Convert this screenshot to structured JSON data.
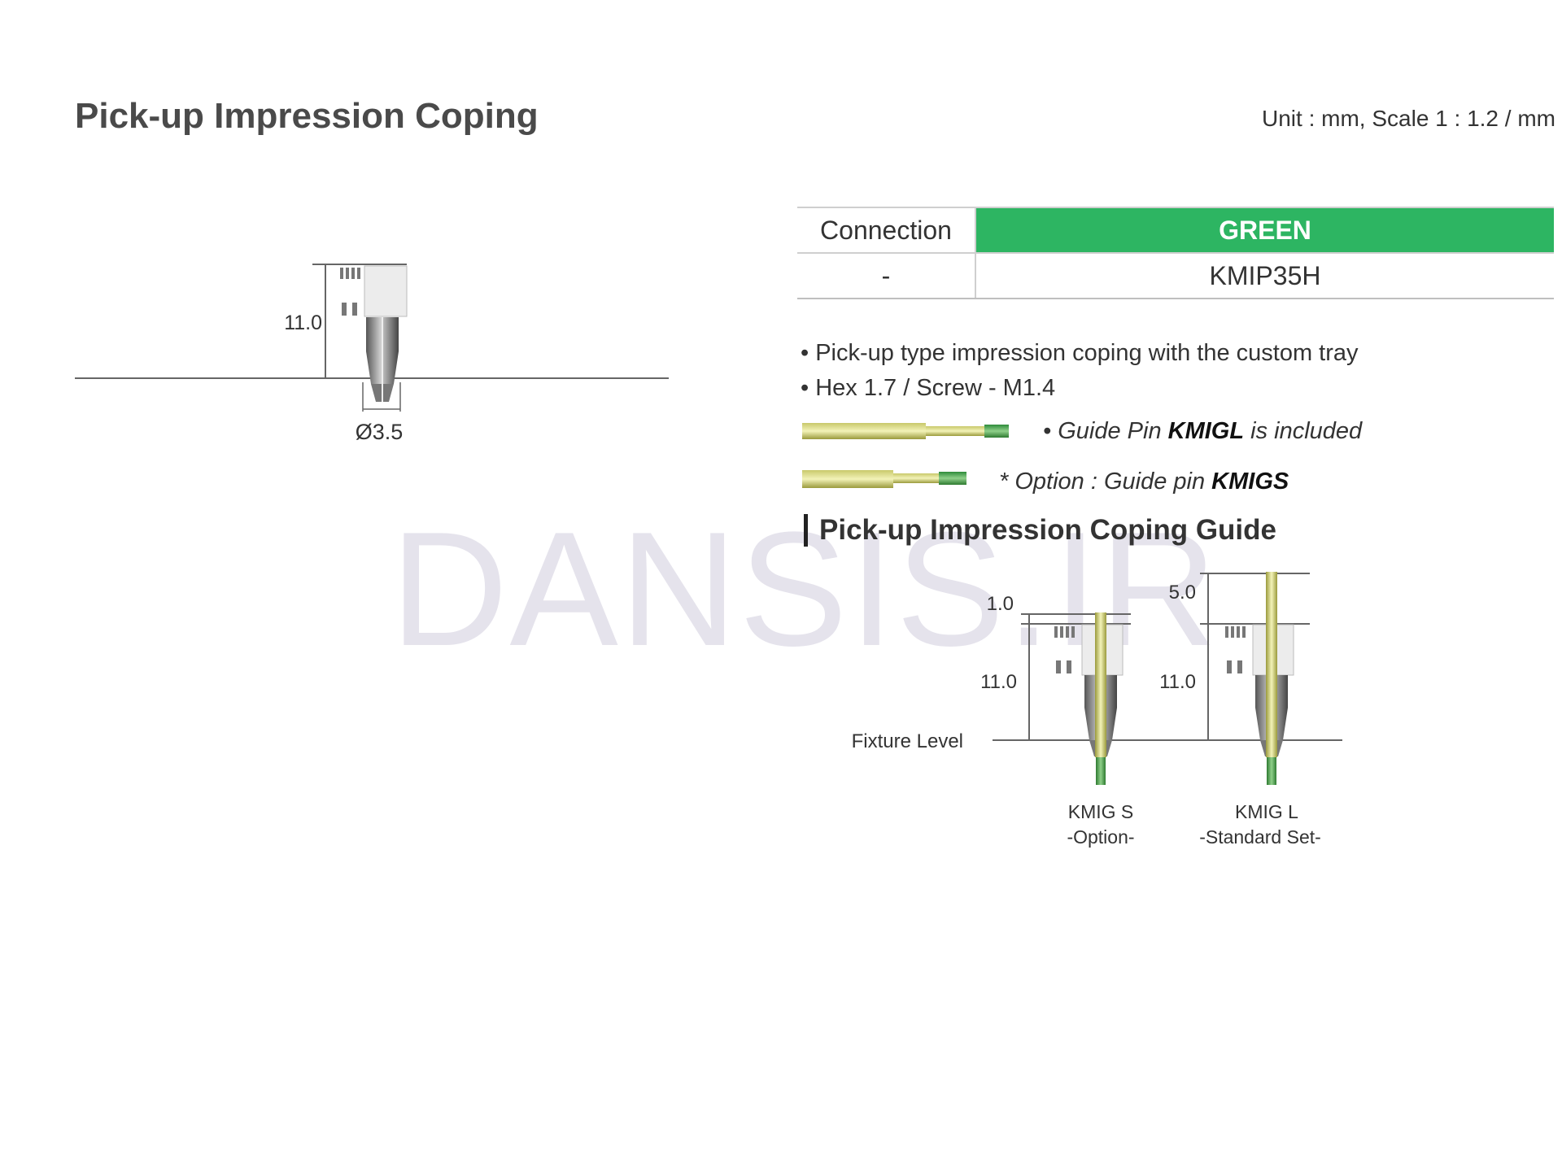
{
  "header": {
    "title": "Pick-up Impression Coping",
    "unit_scale": "Unit : mm,  Scale 1 : 1.2 / mm"
  },
  "watermark": "DANSIS.IR",
  "main_drawing": {
    "height_label": "11.0",
    "diameter_label": "Ø3.5"
  },
  "spec_table": {
    "header_label": "Connection",
    "header_value": "GREEN",
    "row_label": "-",
    "row_value": "KMIP35H",
    "accent_color": "#2db562"
  },
  "bullets": [
    "Pick-up type impression coping with the custom tray",
    "Hex 1.7 / Screw - M1.4"
  ],
  "guide_pins": {
    "long": {
      "prefix": "•  Guide Pin ",
      "code": "KMIGL",
      "suffix": " is included"
    },
    "short": {
      "prefix": "* Option : Guide pin ",
      "code": "KMIGS"
    }
  },
  "guide_section": {
    "title": "Pick-up Impression Coping Guide",
    "fixture_label": "Fixture Level",
    "short": {
      "top_dim": "1.0",
      "height_dim": "11.0",
      "name": "KMIG S",
      "sub": "-Option-"
    },
    "long": {
      "top_dim": "5.0",
      "height_dim": "11.0",
      "name": "KMIG L",
      "sub": "-Standard Set-"
    }
  }
}
